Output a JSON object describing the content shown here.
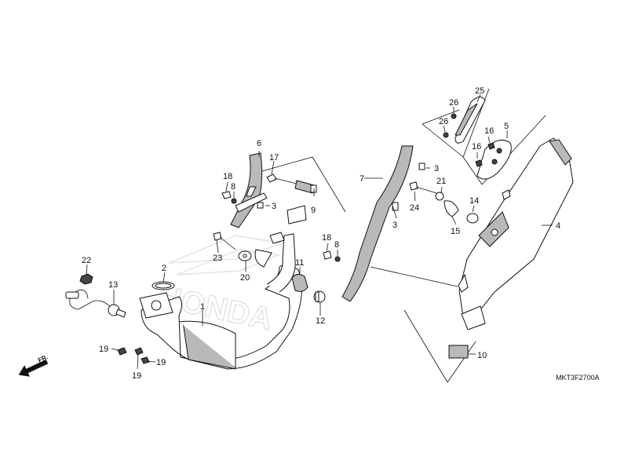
{
  "diagram_code": "MKT3F2700A",
  "direction_label": "FR.",
  "brand_watermark": "HONDA",
  "icons": {
    "front_arrow": "front-arrow-icon"
  },
  "callouts": [
    {
      "id": "c1",
      "label": "1"
    },
    {
      "id": "c2",
      "label": "2"
    },
    {
      "id": "c3a",
      "label": "3"
    },
    {
      "id": "c3b",
      "label": "3"
    },
    {
      "id": "c3c",
      "label": "3"
    },
    {
      "id": "c4",
      "label": "4"
    },
    {
      "id": "c5",
      "label": "5"
    },
    {
      "id": "c6",
      "label": "6"
    },
    {
      "id": "c7",
      "label": "7"
    },
    {
      "id": "c8a",
      "label": "8"
    },
    {
      "id": "c8b",
      "label": "8"
    },
    {
      "id": "c9",
      "label": "9"
    },
    {
      "id": "c10",
      "label": "10"
    },
    {
      "id": "c11",
      "label": "11"
    },
    {
      "id": "c12",
      "label": "12"
    },
    {
      "id": "c13",
      "label": "13"
    },
    {
      "id": "c14",
      "label": "14"
    },
    {
      "id": "c15",
      "label": "15"
    },
    {
      "id": "c16a",
      "label": "16"
    },
    {
      "id": "c16b",
      "label": "16"
    },
    {
      "id": "c17",
      "label": "17"
    },
    {
      "id": "c18a",
      "label": "18"
    },
    {
      "id": "c18b",
      "label": "18"
    },
    {
      "id": "c19a",
      "label": "19"
    },
    {
      "id": "c19b",
      "label": "19"
    },
    {
      "id": "c19c",
      "label": "19"
    },
    {
      "id": "c20",
      "label": "20"
    },
    {
      "id": "c21",
      "label": "21"
    },
    {
      "id": "c22",
      "label": "22"
    },
    {
      "id": "c23",
      "label": "23"
    },
    {
      "id": "c24",
      "label": "24"
    },
    {
      "id": "c25",
      "label": "25"
    },
    {
      "id": "c26a",
      "label": "26"
    },
    {
      "id": "c26b",
      "label": "26"
    }
  ]
}
